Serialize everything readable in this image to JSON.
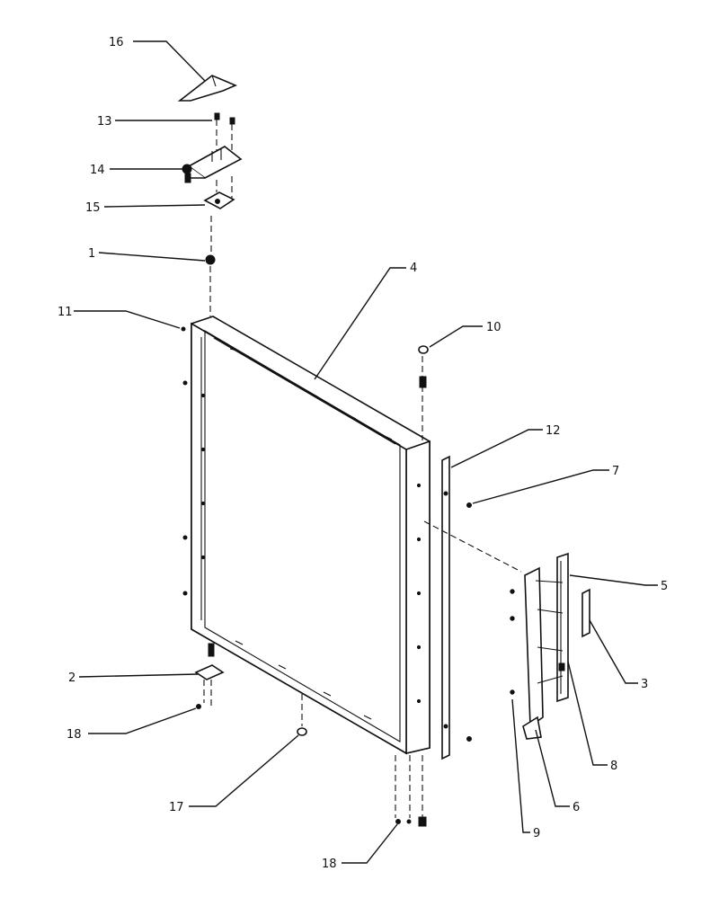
{
  "callouts": [
    {
      "id": "c1",
      "text": "1"
    },
    {
      "id": "c2",
      "text": "2"
    },
    {
      "id": "c3",
      "text": "3"
    },
    {
      "id": "c4",
      "text": "4"
    },
    {
      "id": "c5",
      "text": "5"
    },
    {
      "id": "c6",
      "text": "6"
    },
    {
      "id": "c7",
      "text": "7"
    },
    {
      "id": "c8",
      "text": "8"
    },
    {
      "id": "c9",
      "text": "9"
    },
    {
      "id": "c10",
      "text": "10"
    },
    {
      "id": "c11",
      "text": "11"
    },
    {
      "id": "c12",
      "text": "12"
    },
    {
      "id": "c13",
      "text": "13"
    },
    {
      "id": "c14",
      "text": "14"
    },
    {
      "id": "c15",
      "text": "15"
    },
    {
      "id": "c16",
      "text": "16"
    },
    {
      "id": "c17",
      "text": "17"
    },
    {
      "id": "c18a",
      "text": "18"
    },
    {
      "id": "c18b",
      "text": "18"
    }
  ]
}
